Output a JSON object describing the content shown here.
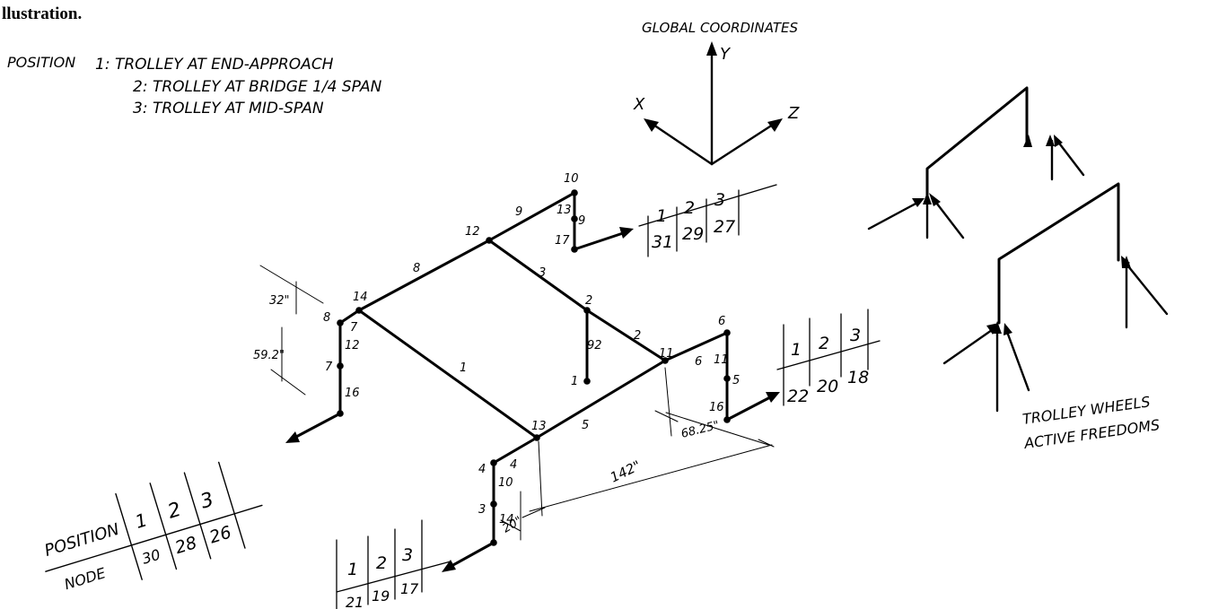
{
  "heading": "llustration.",
  "positions": {
    "line1_prefix": "POSITION",
    "line1": "1: TROLLEY AT END-APPROACH",
    "line2": "2: TROLLEY AT BRIDGE 1/4 SPAN",
    "line3": "3: TROLLEY AT MID-SPAN"
  },
  "axes": {
    "title": "GLOBAL COORDINATES",
    "x": "X",
    "y": "Y",
    "z": "Z"
  },
  "trolley_caption": {
    "line1": "TROLLEY WHEELS",
    "line2": "ACTIVE FREEDOMS"
  },
  "main_table": {
    "row1_label": "POSITION",
    "row2_label": "NODE",
    "positions": [
      "1",
      "2",
      "3"
    ],
    "nodes": [
      "30",
      "28",
      "26"
    ]
  },
  "tables": {
    "top": {
      "positions": [
        "1",
        "2",
        "3"
      ],
      "nodes": [
        "31",
        "29",
        "27"
      ]
    },
    "right": {
      "positions": [
        "1",
        "2",
        "3"
      ],
      "nodes": [
        "22",
        "20",
        "18"
      ]
    },
    "bottom": {
      "positions": [
        "1",
        "2",
        "3"
      ],
      "nodes": [
        "21",
        "19",
        "17"
      ]
    }
  },
  "dimensions": {
    "d32": "32\"",
    "d59": "59.2\"",
    "d68": "68.25\"",
    "d142": "142\"",
    "d20": "20\""
  },
  "node_labels": [
    "10",
    "13",
    "17",
    "12",
    "2",
    "1",
    "14",
    "8",
    "7",
    "6",
    "11",
    "16",
    "13",
    "4",
    "3"
  ],
  "element_labels": [
    "9",
    "9",
    "8",
    "3",
    "7",
    "12",
    "16",
    "92",
    "2",
    "1",
    "6",
    "11",
    "5",
    "5",
    "4",
    "10",
    "14"
  ]
}
